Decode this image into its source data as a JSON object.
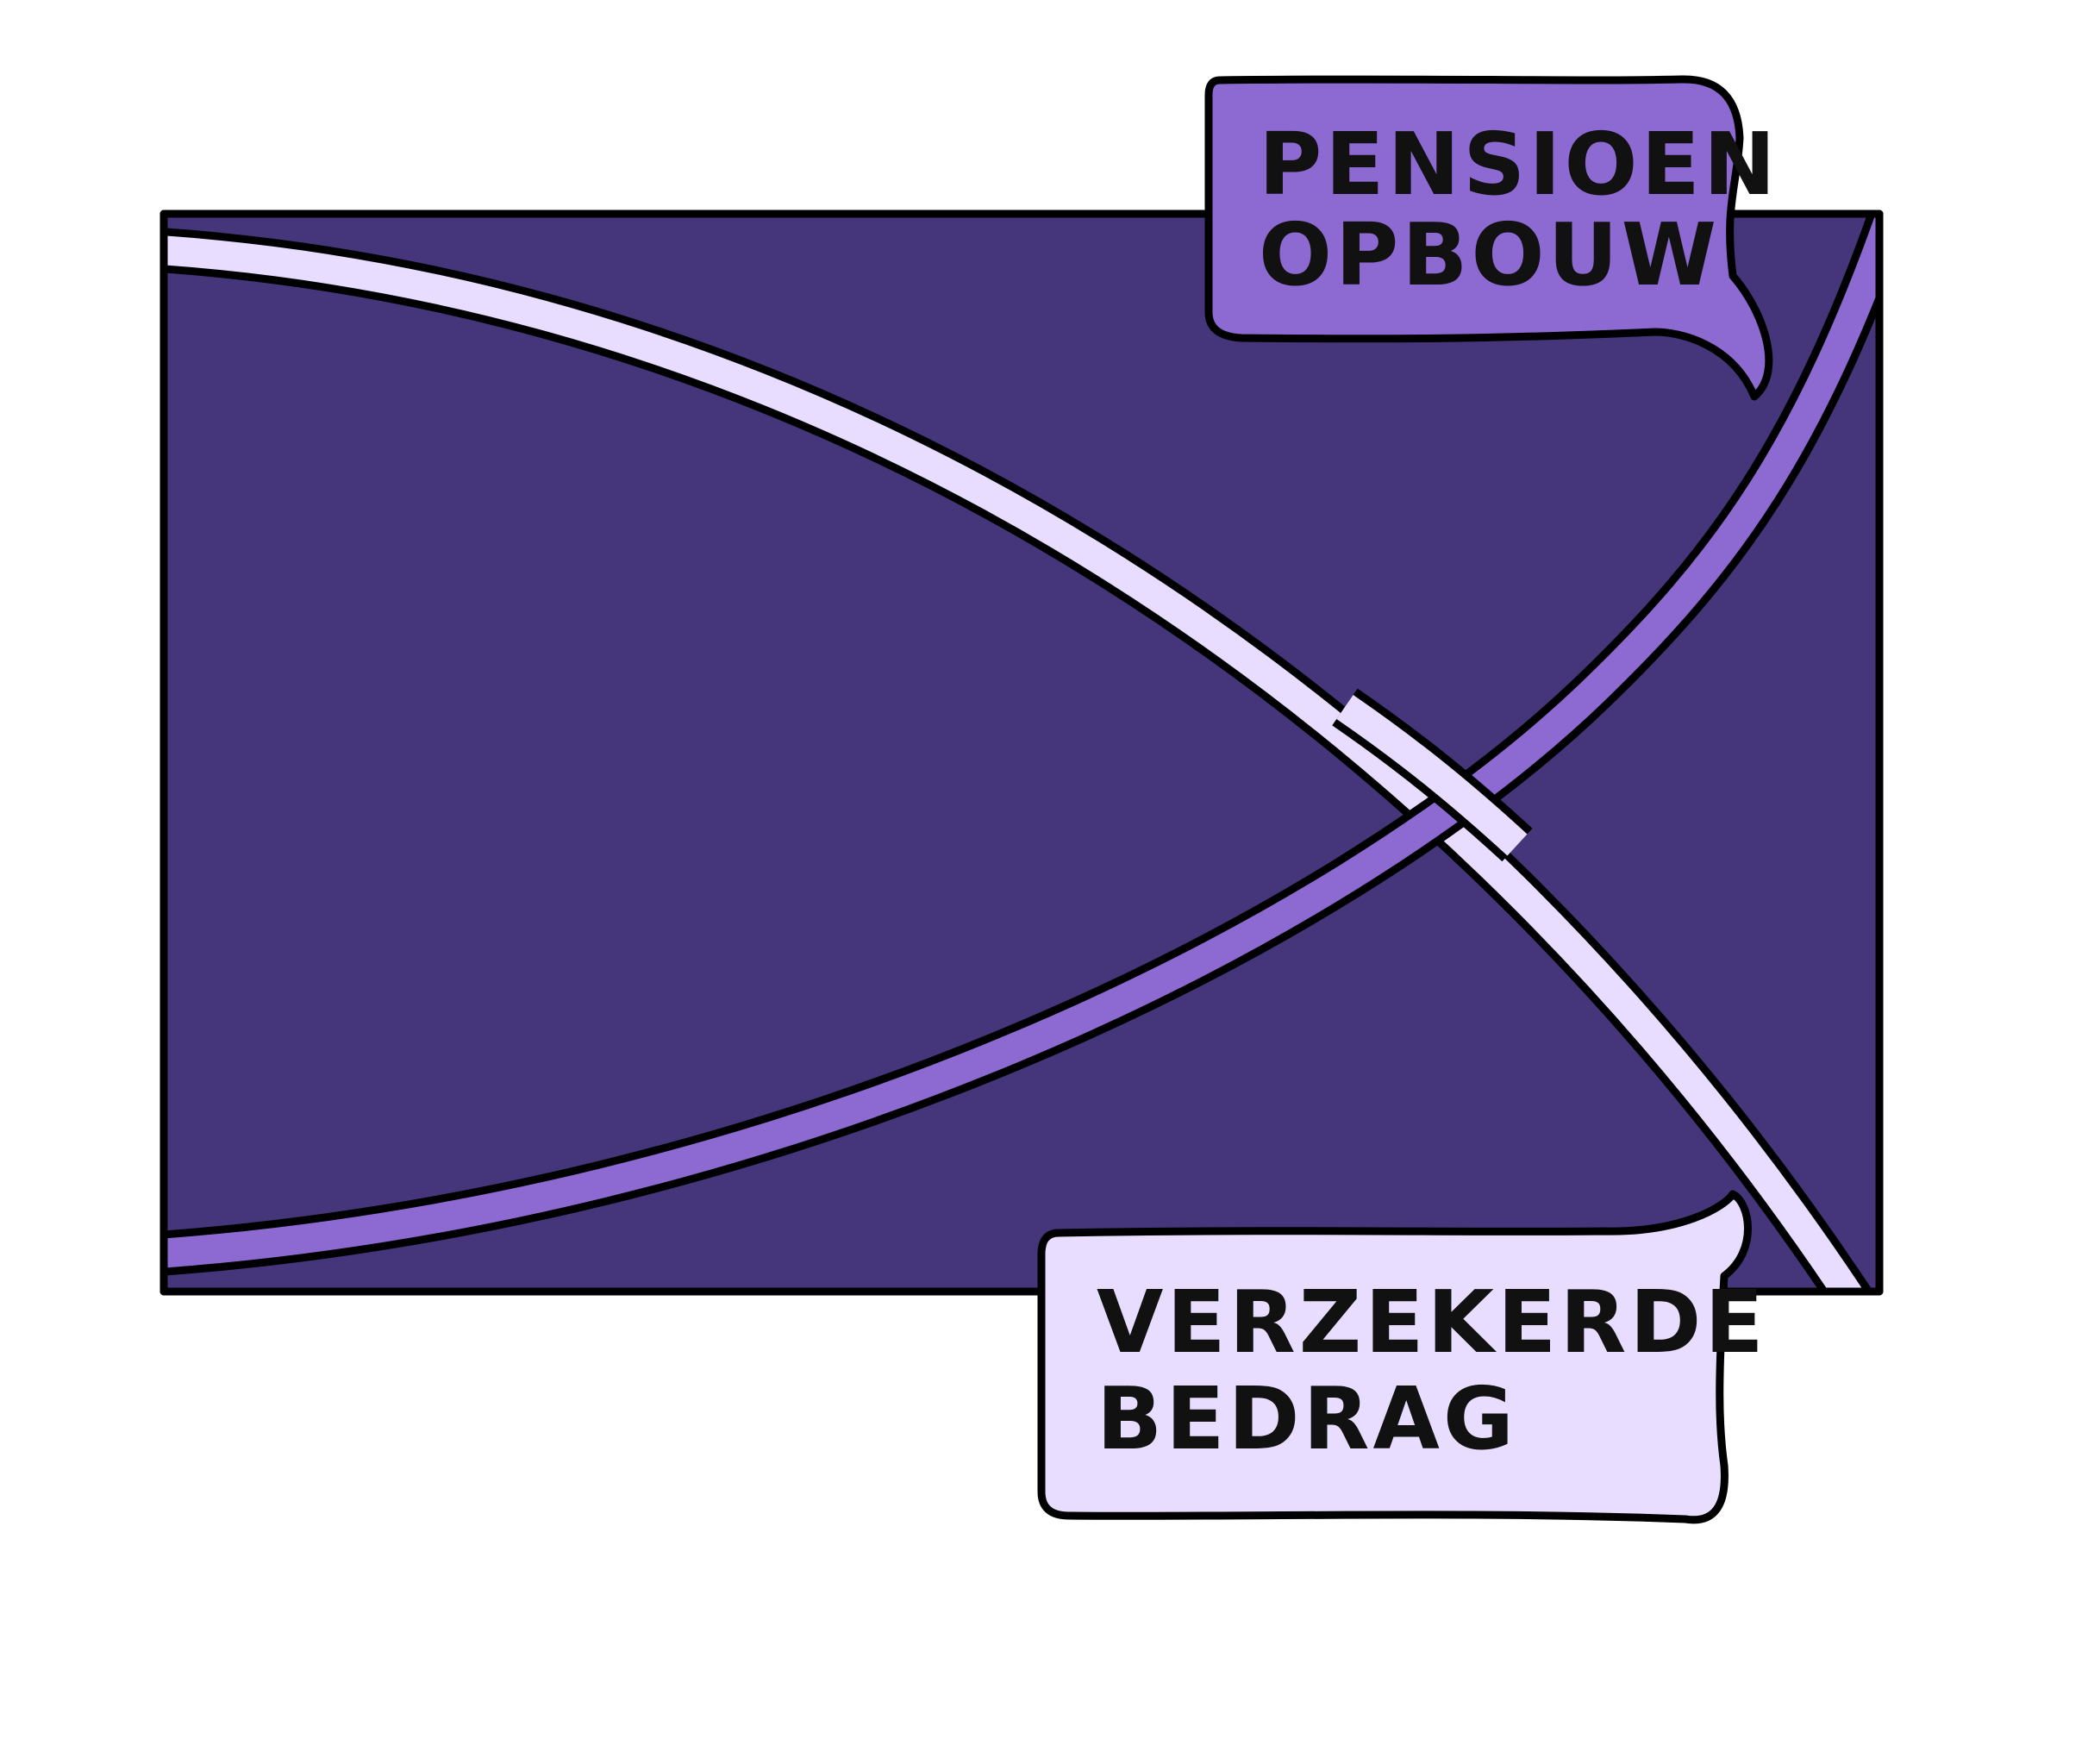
{
  "diagram": {
    "colors": {
      "background": "#ffffff",
      "panel": "#45357a",
      "outline": "#000000",
      "curve_pension": "#8d69d2",
      "curve_insured": "#e8ddff",
      "label_pension_fill": "#8d69d2",
      "label_insured_fill": "#e8ddff"
    },
    "labels": {
      "pension": {
        "line1": "PENSIOEN",
        "line2": "OPBOUW"
      },
      "insured": {
        "line1": "VERZEKERDE",
        "line2": "BEDRAG"
      }
    }
  }
}
